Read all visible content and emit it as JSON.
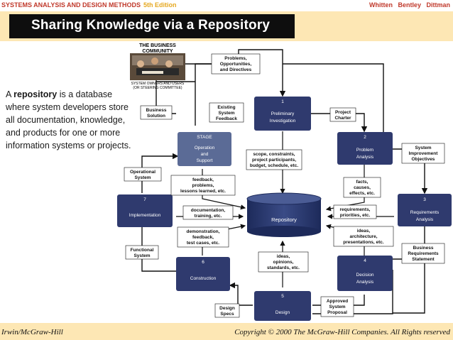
{
  "header": {
    "left_title": "SYSTEMS ANALYSIS AND DESIGN METHODS",
    "edition": "5th Edition",
    "authors": [
      "Whitten",
      "Bentley",
      "Dittman"
    ]
  },
  "slide": {
    "title": "Sharing Knowledge via a Repository",
    "definition_term": "repository",
    "definition_prefix": "A ",
    "definition_rest": " is a database where system developers store all documentation, knowledge, and products for one or more information systems or projects."
  },
  "diagram": {
    "community_title": [
      "THE BUSINESS",
      "COMMUNITY"
    ],
    "community_caption": [
      "SYSTEM OWNERS AND USERS",
      "(OR STEERING COMMITTEE)"
    ],
    "repository_label": "Repository",
    "phases": [
      {
        "num": "1",
        "name": [
          "Preliminary",
          "Investigation"
        ]
      },
      {
        "num": "2",
        "name": [
          "Problem",
          "Analysis"
        ]
      },
      {
        "num": "3",
        "name": [
          "Requirements",
          "Analysis"
        ]
      },
      {
        "num": "4",
        "name": [
          "Decision",
          "Analysis"
        ]
      },
      {
        "num": "5",
        "name": [
          "Design"
        ]
      },
      {
        "num": "6",
        "name": [
          "Construction"
        ]
      },
      {
        "num": "7",
        "name": [
          "Implementation"
        ]
      },
      {
        "num": "STAGE",
        "name": [
          "Operation",
          "and",
          "Support"
        ]
      }
    ],
    "flows": {
      "problems": [
        "Problems,",
        "Opportunities,",
        "and Directives"
      ],
      "existing": [
        "Existing",
        "System",
        "Feedback"
      ],
      "business_solution": [
        "Business",
        "Solution"
      ],
      "project_charter": [
        "Project",
        "Charter"
      ],
      "sys_improvement": [
        "System",
        "Improvement",
        "Objectives"
      ],
      "business_req": [
        "Business",
        "Requirements",
        "Statement"
      ],
      "approved": [
        "Approved",
        "System",
        "Proposal"
      ],
      "design_specs": [
        "Design",
        "Specs"
      ],
      "functional": [
        "Functional",
        "System"
      ],
      "operational": [
        "Operational",
        "System"
      ],
      "scope": [
        "scope, constraints,",
        "project participants,",
        "budget, schedule, etc."
      ],
      "facts": [
        "facts,",
        "causes,",
        "effects, etc."
      ],
      "requirements": [
        "requirements,",
        "priorities, etc."
      ],
      "ideas_arch": [
        "ideas,",
        "architecture,",
        "presentations, etc."
      ],
      "ideas_op": [
        "ideas,",
        "opinions,",
        "standards, etc."
      ],
      "demonstration": [
        "demonstration,",
        "feedback,",
        "test cases, etc."
      ],
      "documentation": [
        "documentation,",
        "training, etc."
      ],
      "feedback": [
        "feedback,",
        "problems,",
        "lessons learned, etc."
      ]
    }
  },
  "footer": {
    "left": "Irwin/McGraw-Hill",
    "right": "Copyright © 2000 The McGraw-Hill Companies. All Rights reserved"
  },
  "colors": {
    "phase_box": "#2f3a6e",
    "title_bg": "#0e0e0e",
    "band": "#fde7b4",
    "header_red": "#c0392b",
    "edition_orange": "#e6a820"
  }
}
